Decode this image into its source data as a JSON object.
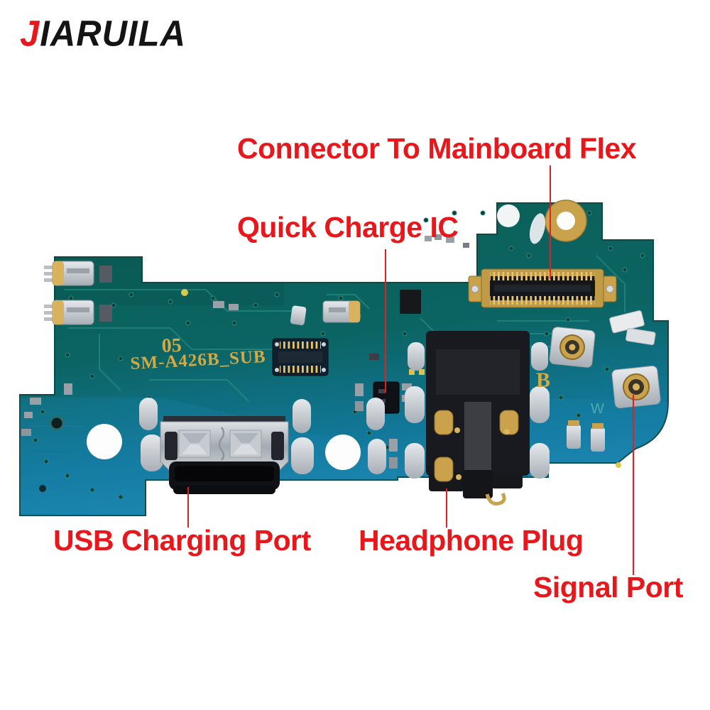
{
  "logo": {
    "first_letter": "J",
    "rest": "IARUILA"
  },
  "annotations": {
    "connector": "Connector To Mainboard Flex",
    "quick_charge": "Quick Charge IC",
    "usb": "USB Charging Port",
    "headphone": "Headphone Plug",
    "signal": "Signal Port"
  },
  "board": {
    "silkscreen_revision": "05",
    "silkscreen_model": "SM-A426B_SUB",
    "silkscreen_letter": "B"
  },
  "colors": {
    "annotation_red": "#e8171c",
    "pcb_teal": "#0c6057",
    "pcb_blue": "#1b84ad",
    "silkscreen_gold": "#d2a945",
    "connector_gold": "#c9a24b",
    "metal_silver": "#c7ccd1",
    "component_black": "#17181c"
  }
}
